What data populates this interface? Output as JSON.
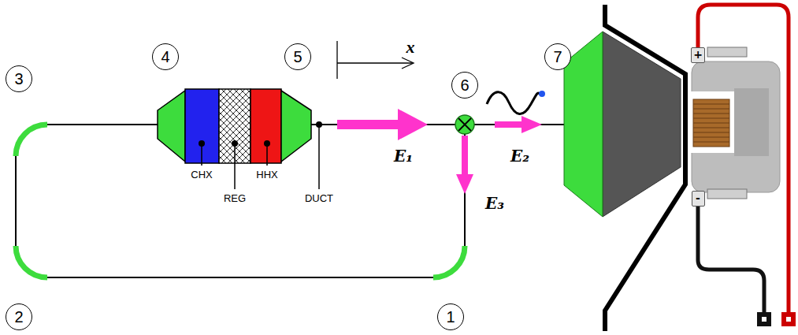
{
  "diagram": {
    "nodes": [
      {
        "text": [
          "4"
        ]
      },
      {
        "text": [
          "5"
        ]
      },
      {
        "text": [
          "7"
        ]
      },
      {
        "text": [
          "+"
        ]
      },
      {
        "text": [
          "3"
        ]
      },
      {
        "text": [
          "6"
        ]
      },
      {
        "text": [
          "-"
        ]
      },
      {
        "text": [
          "2"
        ]
      },
      {
        "text": [
          "1"
        ]
      }
    ],
    "labels": [
      "x",
      "E₁",
      "E₂",
      "E₃",
      "CHX",
      "REG",
      "HHX",
      "DUCT"
    ]
  }
}
